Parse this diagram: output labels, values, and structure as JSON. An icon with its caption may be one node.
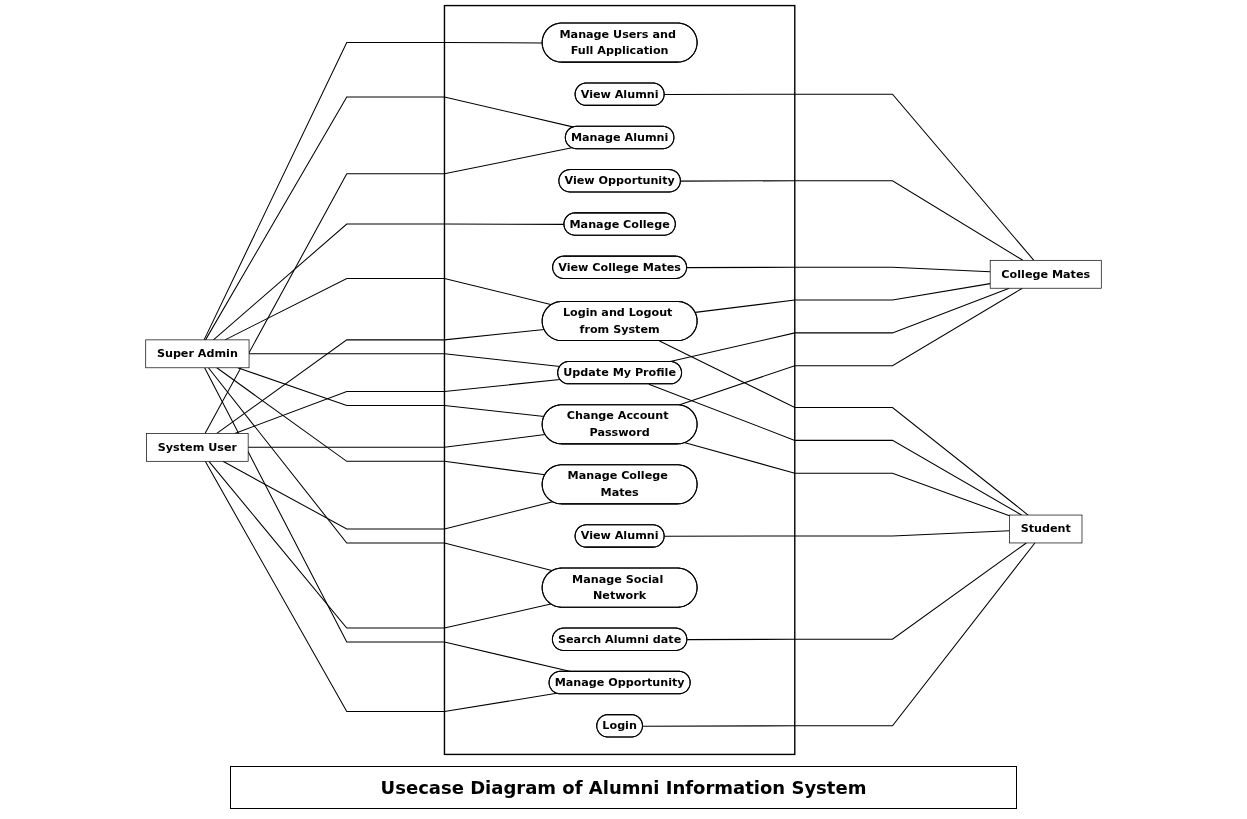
{
  "diagram": {
    "title": "Usecase Diagram of Alumni Information System",
    "nodes": [
      {
        "text": [],
        "shape": "box"
      },
      {
        "text": [
          "Manage Users and Full Application"
        ],
        "in": 0
      },
      {
        "text": [
          "View Alumni"
        ],
        "in": 0
      },
      {
        "text": [
          "Manage Alumni"
        ],
        "in": 0
      },
      {
        "text": [
          "View Opportunity"
        ],
        "in": 0
      },
      {
        "text": [
          "Manage College"
        ],
        "in": 0
      },
      {
        "text": [
          "View College Mates"
        ],
        "in": 0
      },
      {
        "text": [
          "Login and Logout from System"
        ],
        "in": 0
      },
      {
        "text": [
          "Update My Profile"
        ],
        "in": 0
      },
      {
        "text": [
          "Change Account Password"
        ],
        "in": 0
      },
      {
        "text": [
          "Manage College Mates"
        ],
        "in": 0
      },
      {
        "text": [
          "View Alumni"
        ],
        "in": 0
      },
      {
        "text": [
          "Manage Social Network"
        ],
        "in": 0
      },
      {
        "text": [
          "Search Alumni date"
        ],
        "in": 0
      },
      {
        "text": [
          "Manage Opportunity"
        ],
        "in": 0
      },
      {
        "text": [
          "Login"
        ],
        "in": 0
      },
      {
        "text": [
          "Super Admin"
        ]
      },
      {
        "text": [
          "College Mates"
        ]
      },
      {
        "text": [
          "System User"
        ]
      },
      {
        "text": [
          "Student"
        ]
      }
    ],
    "edges": [
      {
        "from": 16,
        "to": 1,
        "arrow": "none"
      },
      {
        "from": 16,
        "to": 3,
        "arrow": "none"
      },
      {
        "from": 16,
        "to": 5,
        "arrow": "none"
      },
      {
        "from": 16,
        "to": 7,
        "arrow": "none"
      },
      {
        "from": 16,
        "to": 8,
        "arrow": "none"
      },
      {
        "from": 16,
        "to": 9,
        "arrow": "none"
      },
      {
        "from": 16,
        "to": 10,
        "arrow": "none"
      },
      {
        "from": 16,
        "to": 12,
        "arrow": "none"
      },
      {
        "from": 16,
        "to": 14,
        "arrow": "none"
      },
      {
        "from": 18,
        "to": 3,
        "arrow": "none"
      },
      {
        "from": 18,
        "to": 7,
        "arrow": "none"
      },
      {
        "from": 18,
        "to": 8,
        "arrow": "none"
      },
      {
        "from": 18,
        "to": 9,
        "arrow": "none"
      },
      {
        "from": 18,
        "to": 10,
        "arrow": "none"
      },
      {
        "from": 18,
        "to": 12,
        "arrow": "none"
      },
      {
        "from": 18,
        "to": 14,
        "arrow": "none"
      },
      {
        "from": 2,
        "to": 17,
        "arrow": "none"
      },
      {
        "from": 4,
        "to": 17,
        "arrow": "none"
      },
      {
        "from": 6,
        "to": 17,
        "arrow": "none"
      },
      {
        "from": 7,
        "to": 17,
        "arrow": "none"
      },
      {
        "from": 8,
        "to": 17,
        "arrow": "none"
      },
      {
        "from": 9,
        "to": 17,
        "arrow": "none"
      },
      {
        "from": 7,
        "to": 19,
        "arrow": "none"
      },
      {
        "from": 8,
        "to": 19,
        "arrow": "none"
      },
      {
        "from": 9,
        "to": 19,
        "arrow": "none"
      },
      {
        "from": 11,
        "to": 19,
        "arrow": "none"
      },
      {
        "from": 13,
        "to": 19,
        "arrow": "none"
      },
      {
        "from": 15,
        "to": 19,
        "arrow": "none"
      }
    ]
  }
}
